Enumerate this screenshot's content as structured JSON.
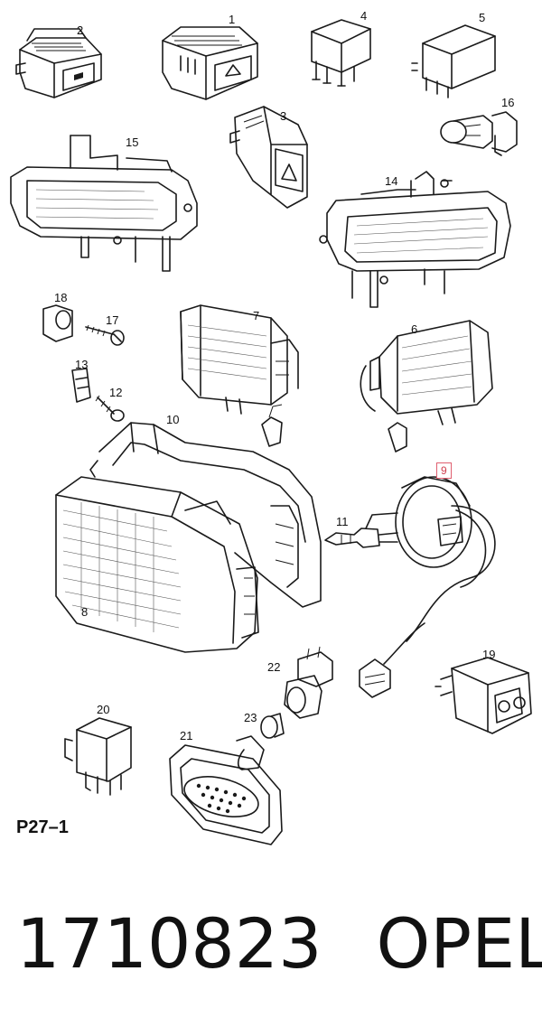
{
  "diagram": {
    "callouts": [
      {
        "id": "c1",
        "text": "1"
      },
      {
        "id": "c2",
        "text": "2"
      },
      {
        "id": "c3",
        "text": "3"
      },
      {
        "id": "c4",
        "text": "4"
      },
      {
        "id": "c5",
        "text": "5"
      },
      {
        "id": "c6",
        "text": "6"
      },
      {
        "id": "c7",
        "text": "7"
      },
      {
        "id": "c8",
        "text": "8"
      },
      {
        "id": "c9",
        "text": "9"
      },
      {
        "id": "c10",
        "text": "10"
      },
      {
        "id": "c11",
        "text": "11"
      },
      {
        "id": "c12",
        "text": "12"
      },
      {
        "id": "c13",
        "text": "13"
      },
      {
        "id": "c14",
        "text": "14"
      },
      {
        "id": "c15",
        "text": "15"
      },
      {
        "id": "c16",
        "text": "16"
      },
      {
        "id": "c17",
        "text": "17"
      },
      {
        "id": "c18",
        "text": "18"
      },
      {
        "id": "c19",
        "text": "19"
      },
      {
        "id": "c20",
        "text": "20"
      },
      {
        "id": "c21",
        "text": "21"
      },
      {
        "id": "c22",
        "text": "22"
      },
      {
        "id": "c23",
        "text": "23"
      }
    ],
    "highlighted_callout": "9",
    "highlight_color": "#e06070",
    "page_ref": "P27–1"
  },
  "caption": {
    "part_number": "1710823",
    "brand": "OPEL"
  }
}
